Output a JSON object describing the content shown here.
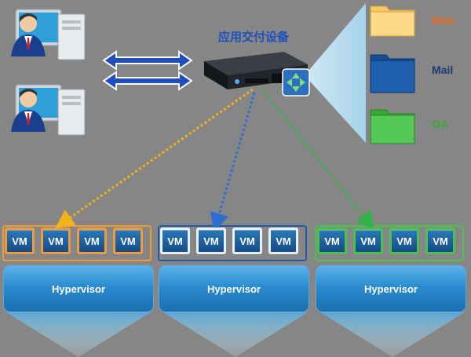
{
  "appliance": {
    "title": "应用交付设备"
  },
  "apps": [
    {
      "label": "Web",
      "color": "#e66a1c",
      "folder": "#f6c86a"
    },
    {
      "label": "Mail",
      "color": "#1a3a7a",
      "folder": "#1f5fb0"
    },
    {
      "label": "OA",
      "color": "#3aa63a",
      "folder": "#4cc24c"
    }
  ],
  "clusters": [
    {
      "vm_labels": [
        "VM",
        "VM",
        "VM",
        "VM"
      ],
      "hypervisor": "Hypervisor",
      "frame_color": "#f09a3a",
      "link_color": "#f2b21a"
    },
    {
      "vm_labels": [
        "VM",
        "VM",
        "VM",
        "VM"
      ],
      "hypervisor": "Hypervisor",
      "frame_color": "#1e5aa8",
      "link_color": "#2c6fd0"
    },
    {
      "vm_labels": [
        "VM",
        "VM",
        "VM",
        "VM"
      ],
      "hypervisor": "Hypervisor",
      "frame_color": "#4cc24c",
      "link_color": "#36b04a"
    }
  ],
  "colors": {
    "background": "#868686",
    "beam": "#c9e7f8",
    "arrow": "#1f4fbf"
  }
}
